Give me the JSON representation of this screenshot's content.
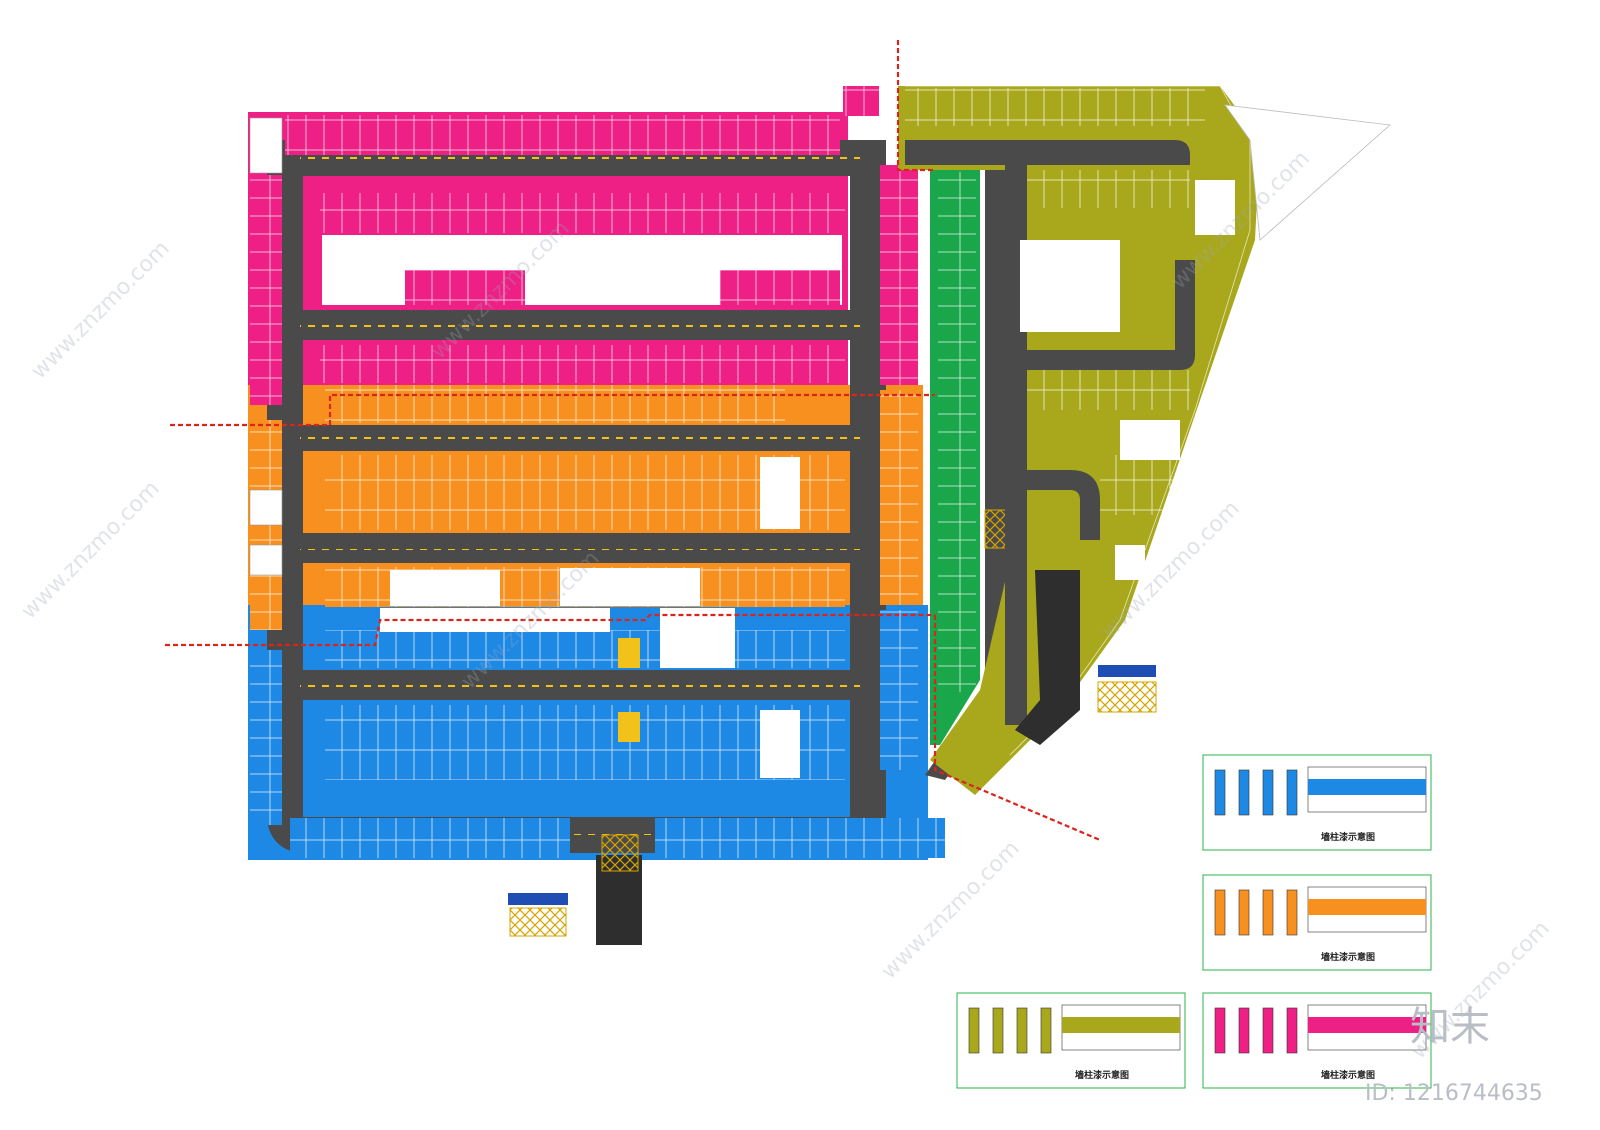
{
  "zone_colors": {
    "magenta": "#ee1f85",
    "orange": "#f7901e",
    "blue": "#1e88e5",
    "green": "#1aa64a",
    "olive": "#a9a81c",
    "road": "#4a4a4a",
    "divider": "#d9261c",
    "legend_border": "#2bb34a"
  },
  "legends": [
    {
      "title": "墙柱漆示意图",
      "color": "#1e88e5"
    },
    {
      "title": "墙柱漆示意图",
      "color": "#f7901e"
    },
    {
      "title": "墙柱漆示意图",
      "color": "#a9a81c"
    },
    {
      "title": "墙柱漆示意图",
      "color": "#ee1f85"
    }
  ],
  "watermark": {
    "site": "www.znzmo.com",
    "brand": "知末",
    "image_id": "ID: 1216744635"
  }
}
